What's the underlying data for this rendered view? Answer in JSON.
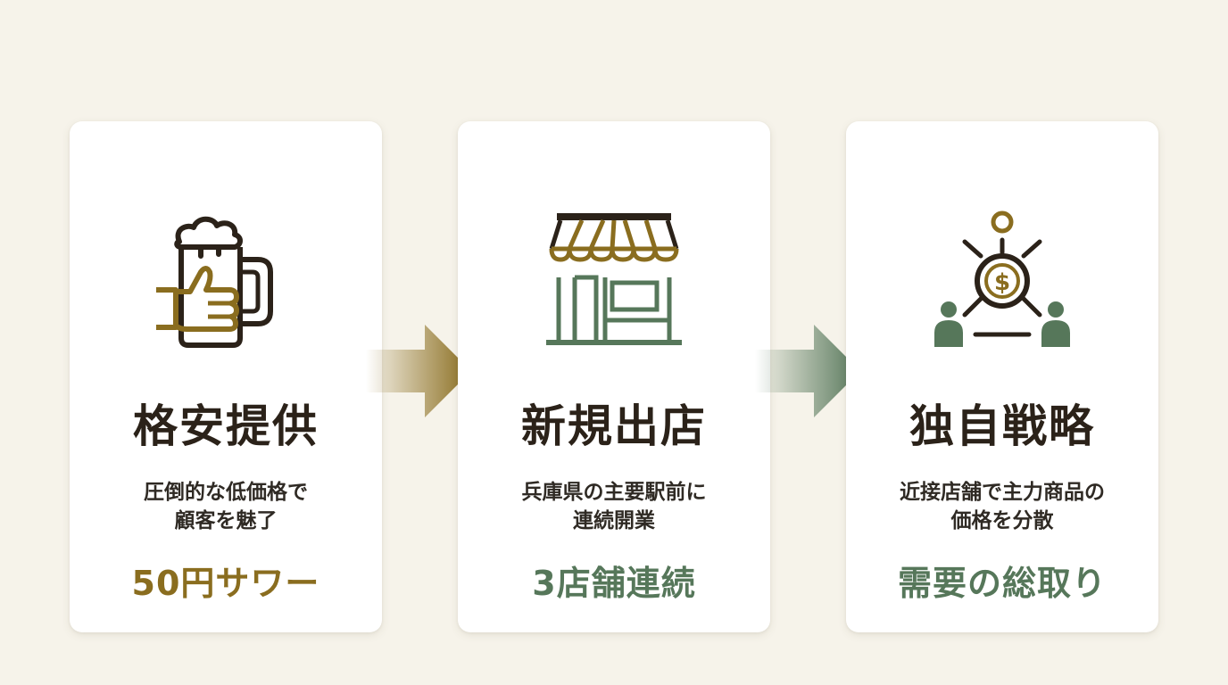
{
  "colors": {
    "background": "#f6f3ea",
    "gold": "#8a6d1f",
    "green": "#56775a",
    "dark": "#2b2219"
  },
  "cards": [
    {
      "icon": "beer-mug-thumbs-up-icon",
      "title": "格安提供",
      "desc_line1": "圧倒的な低価格で",
      "desc_line2": "顧客を魅了",
      "highlight": "50円サワー",
      "highlight_color": "#8a6d1f"
    },
    {
      "icon": "storefront-icon",
      "title": "新規出店",
      "desc_line1": "兵庫県の主要駅前に",
      "desc_line2": "連続開業",
      "highlight": "3店舗連続",
      "highlight_color": "#56775a"
    },
    {
      "icon": "dollar-hub-people-icon",
      "title": "独自戦略",
      "desc_line1": "近接店舗で主力商品の",
      "desc_line2": "価格を分散",
      "highlight": "需要の総取り",
      "highlight_color": "#56775a"
    }
  ],
  "arrows": [
    {
      "icon": "arrow-right-icon",
      "color": "#8a6d1f"
    },
    {
      "icon": "arrow-right-icon",
      "color": "#56775a"
    }
  ]
}
